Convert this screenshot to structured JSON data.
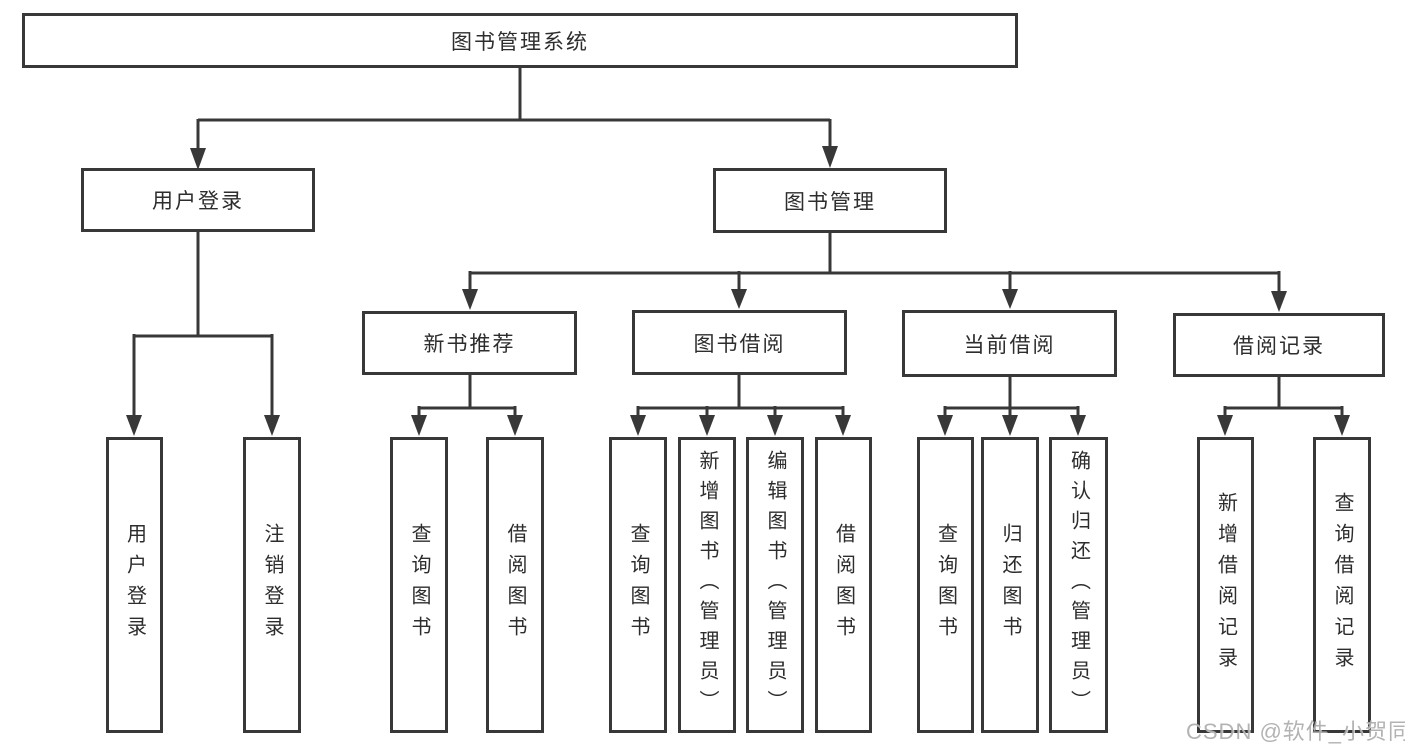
{
  "diagram": {
    "root": {
      "label": "图书管理系统"
    },
    "level1": [
      {
        "label": "用户登录",
        "children": [
          {
            "label": "用户登录"
          },
          {
            "label": "注销登录"
          }
        ]
      },
      {
        "label": "图书管理",
        "children": [
          {
            "label": "新书推荐",
            "children": [
              {
                "label": "查询图书"
              },
              {
                "label": "借阅图书"
              }
            ]
          },
          {
            "label": "图书借阅",
            "children": [
              {
                "label": "查询图书"
              },
              {
                "label": "新增图书（管理员）"
              },
              {
                "label": "编辑图书（管理员）"
              },
              {
                "label": "借阅图书"
              }
            ]
          },
          {
            "label": "当前借阅",
            "children": [
              {
                "label": "查询图书"
              },
              {
                "label": "归还图书"
              },
              {
                "label": "确认归还（管理员）"
              }
            ]
          },
          {
            "label": "借阅记录",
            "children": [
              {
                "label": "新增借阅记录"
              },
              {
                "label": "查询借阅记录"
              }
            ]
          }
        ]
      }
    ]
  },
  "watermark": {
    "text": "CSDN @软件_小贺同学"
  },
  "colors": {
    "line": "#383838",
    "box_border": "#383838",
    "text": "#2d2d2d",
    "watermark": "#ababab",
    "background": "#ffffff"
  }
}
